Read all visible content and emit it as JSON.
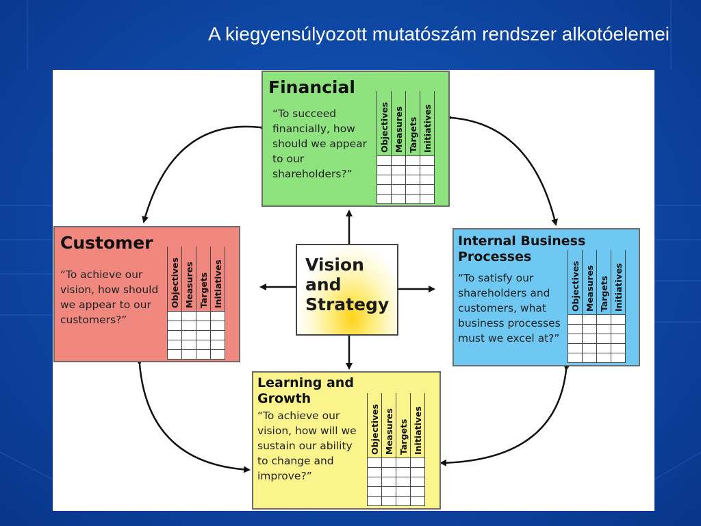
{
  "slide": {
    "title": "A kiegyensúlyozott mutatószám rendszer alkotóelemei"
  },
  "diagram": {
    "center": {
      "label": "Vision\nand\nStrategy"
    },
    "perspectives": {
      "financial": {
        "heading": "Financial",
        "question": "“To succeed financially, how should we appear to our shareholders?”",
        "color": "#8ee37e"
      },
      "customer": {
        "heading": "Customer",
        "question": "“To achieve our vision, how should we appear to our customers?”",
        "color": "#f08880"
      },
      "internal": {
        "heading": "Internal Business Processes",
        "question": "“To satisfy our shareholders and customers, what business processes must we excel at?”",
        "color": "#6ec8f2"
      },
      "learning": {
        "heading": "Learning and Growth",
        "question": "“To achieve our vision, how will we sustain our ability to change and improve?”",
        "color": "#fbf38c"
      }
    },
    "columns": [
      "Objectives",
      "Measures",
      "Targets",
      "Initiatives"
    ]
  }
}
